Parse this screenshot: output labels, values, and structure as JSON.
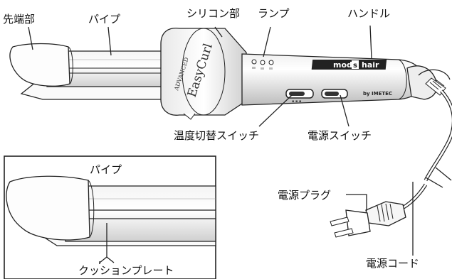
{
  "labels": {
    "tip": "先端部",
    "pipe": "パイプ",
    "silicone": "シリコン部",
    "lamp": "ランプ",
    "handle": "ハンドル",
    "temp_switch": "温度切替スイッチ",
    "power_switch": "電源スイッチ",
    "power_plug": "電源プラグ",
    "power_cord": "電源コード",
    "inset_pipe": "パイプ",
    "cushion_plate": "クッションプレート"
  },
  "product": {
    "brand_line1": "ADVANCED",
    "brand_line2": "EasyCurl",
    "handle_badge_a": "mod",
    "handle_badge_b": "s",
    "handle_badge_c": "hair",
    "maker": "by IMETEC"
  }
}
